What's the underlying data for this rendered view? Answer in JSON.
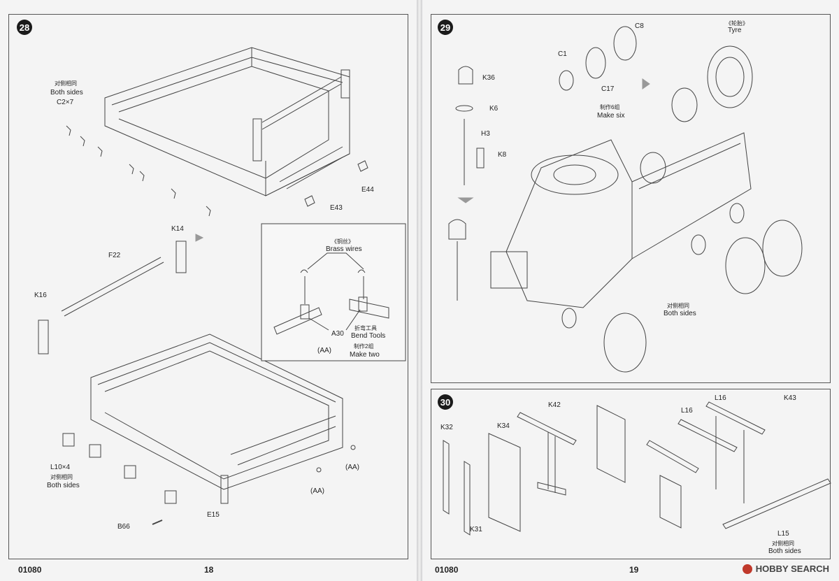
{
  "left_page": {
    "step28": {
      "number": "28",
      "labels": {
        "both_sides_cn": "对侧相同",
        "both_sides_en": "Both sides",
        "c2x7": "C2×7",
        "e44": "E44",
        "e43": "E43",
        "k14": "K14",
        "f22": "F22",
        "k16": "K16",
        "l10x4": "L10×4",
        "both_sides_cn_2": "对侧相同",
        "both_sides_en_2": "Both sides",
        "e15": "E15",
        "b66": "B66",
        "aa_1": "(AA)",
        "aa_2": "(AA)"
      },
      "inset": {
        "brass_cn": "《铜丝》",
        "brass_en": "Brass wires",
        "a30": "A30",
        "bend_cn": "折弯工具",
        "bend_en": "Bend Tools",
        "aa": "(AA)",
        "make_cn": "制作2组",
        "make_en": "Make two"
      }
    },
    "footer": {
      "code": "01080",
      "page": "18"
    }
  },
  "right_page": {
    "step29": {
      "number": "29",
      "labels": {
        "c8": "C8",
        "c1": "C1",
        "c17": "C17",
        "make_six_cn": "制作6组",
        "make_six_en": "Make six",
        "tyre_cn": "《轮胎》",
        "tyre_en": "Tyre",
        "k36": "K36",
        "k6": "K6",
        "h3": "H3",
        "k8": "K8",
        "both_sides_cn": "对侧相同",
        "both_sides_en": "Both sides"
      }
    },
    "step30": {
      "number": "30",
      "labels": {
        "k42": "K42",
        "k32": "K32",
        "k34": "K34",
        "k31": "K31",
        "l16_a": "L16",
        "l16_b": "L16",
        "k43": "K43",
        "l15": "L15",
        "both_sides_cn": "对侧相同",
        "both_sides_en": "Both sides"
      }
    },
    "footer": {
      "code": "01080",
      "page": "19"
    },
    "watermark": "HOBBY SEARCH"
  }
}
